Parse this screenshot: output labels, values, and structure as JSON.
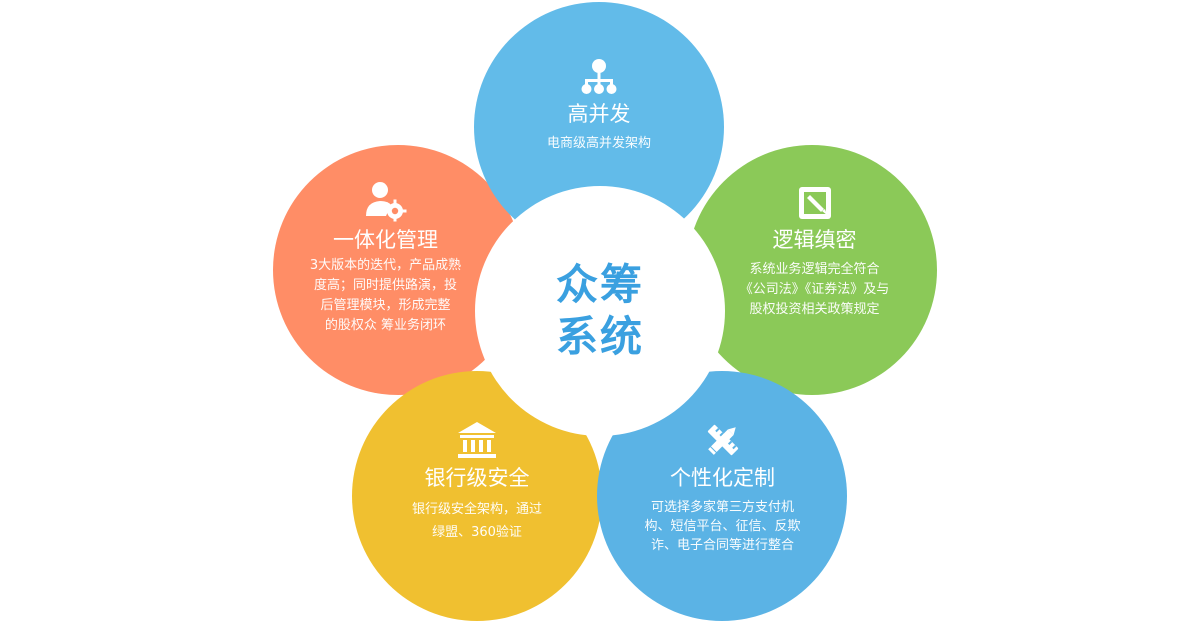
{
  "colors": {
    "top": "#62bbe9",
    "right": "#8bc958",
    "bottom_right": "#5bb3e5",
    "bottom_left": "#f0c030",
    "left": "#ff8d66",
    "center_text": "#3aa0e0"
  },
  "center": {
    "line1": "众筹",
    "line2": "系统"
  },
  "petals": {
    "top": {
      "icon": "org-chart-icon",
      "title": "高并发",
      "desc": [
        "电商级高并发架构"
      ]
    },
    "right": {
      "icon": "edit-square-icon",
      "title": "逻辑缜密",
      "desc": [
        "系统业务逻辑完全符合",
        "《公司法》《证券法》及与",
        "股权投资相关政策规定"
      ]
    },
    "bottom_right": {
      "icon": "pencil-ruler-icon",
      "title": "个性化定制",
      "desc": [
        "可选择多家第三方支付机",
        "构、短信平台、征信、反欺",
        "诈、电子合同等进行整合"
      ]
    },
    "bottom_left": {
      "icon": "bank-icon",
      "title": "银行级安全",
      "desc": [
        "银行级安全架构，通过",
        "绿盟、360验证"
      ]
    },
    "left": {
      "icon": "user-gear-icon",
      "title": "一体化管理",
      "desc": [
        "3大版本的迭代，产品成熟",
        "度高；同时提供路演，投",
        "后管理模块，形成完整",
        "的股权众 筹业务闭环"
      ]
    }
  }
}
